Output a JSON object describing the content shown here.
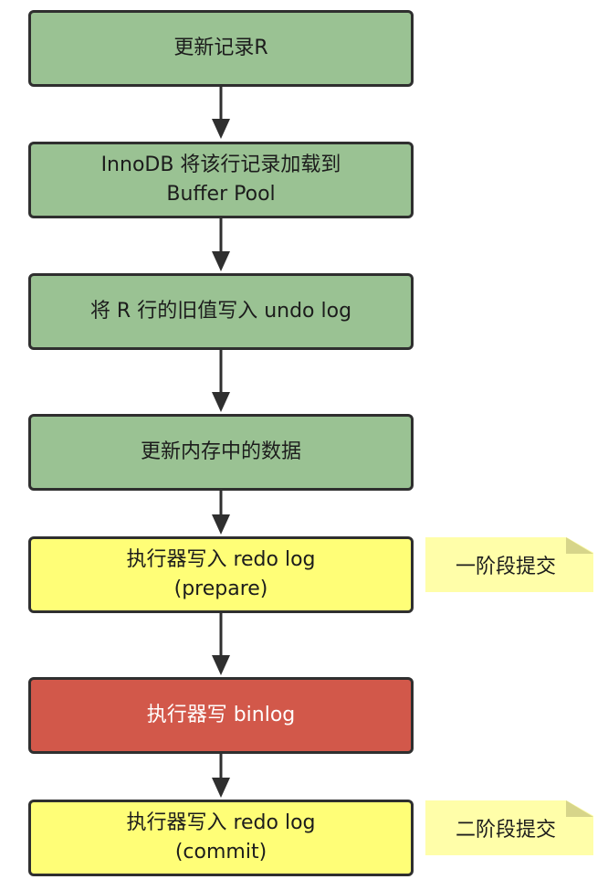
{
  "steps": [
    {
      "lines": [
        "更新记录R"
      ]
    },
    {
      "lines": [
        "InnoDB 将该行记录加载到",
        "Buffer Pool"
      ]
    },
    {
      "lines": [
        "将 R 行的旧值写入 undo log"
      ]
    },
    {
      "lines": [
        "更新内存中的数据"
      ]
    },
    {
      "lines": [
        "执行器写入 redo log",
        "(prepare)"
      ]
    },
    {
      "lines": [
        "执行器写 binlog"
      ]
    },
    {
      "lines": [
        "执行器写入 redo log",
        "(commit)"
      ]
    }
  ],
  "notes": {
    "phase1": "一阶段提交",
    "phase2": "二阶段提交"
  },
  "colors": {
    "green": "#9ac293",
    "yellow": "#fffe77",
    "red": "#d2584a",
    "note": "#fffea9",
    "border": "#2f2f2f"
  }
}
